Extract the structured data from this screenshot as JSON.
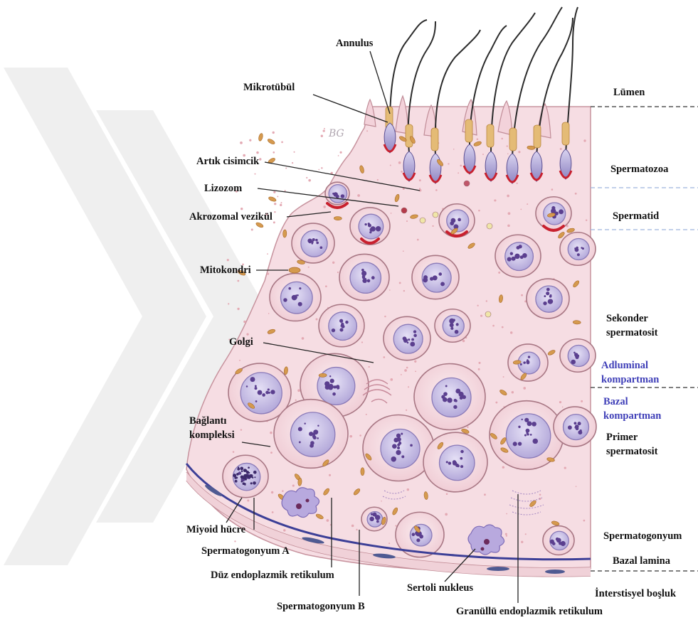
{
  "labels": {
    "annulus": "Annulus",
    "mikrotubul": "Mikrotübül",
    "artik_cisimcik": "Artık cisimcik",
    "lizozom": "Lizozom",
    "akrozomal_vezikul": "Akrozomal vezikül",
    "mitokondri": "Mitokondri",
    "golgi": "Golgi",
    "baglanti_line1": "Bağlantı",
    "baglanti_line2": "kompleksi",
    "miyoid_hucre": "Miyoid hücre",
    "spermatogonyum_a": "Spermatogonyum A",
    "duz_er": "Düz endoplazmik retikulum",
    "spermatogonyum_b": "Spermatogonyum B",
    "sertoli_nukleus": "Sertoli nukleus",
    "granullu_er": "Granüllü endoplazmik retikulum",
    "signature": "BG"
  },
  "zones": {
    "lumen": "Lümen",
    "spermatozoa": "Spermatozoa",
    "spermatid": "Spermatid",
    "sekonder_line1": "Sekonder",
    "sekonder_line2": "spermatosit",
    "adluminal_line1": "Adluminal",
    "adluminal_line2": "kompartman",
    "bazal_line1": "Bazal",
    "bazal_line2": "kompartman",
    "primer_line1": "Primer",
    "primer_line2": "spermatosit",
    "spermatogonyum": "Spermatogonyum",
    "bazal_lamina": "Bazal lamina",
    "interstisyel": "İnterstisyel boşluk"
  },
  "colors": {
    "tissue": "#f6dde3",
    "membrane": "#b98690",
    "nucleus": "#c6bde4",
    "chromatin": "#5b3f8f",
    "mitochondria": "#d59a4e",
    "acrosome_red": "#c8202e",
    "blue_label": "#3f3fb8",
    "watermark": "#eeeeee"
  }
}
